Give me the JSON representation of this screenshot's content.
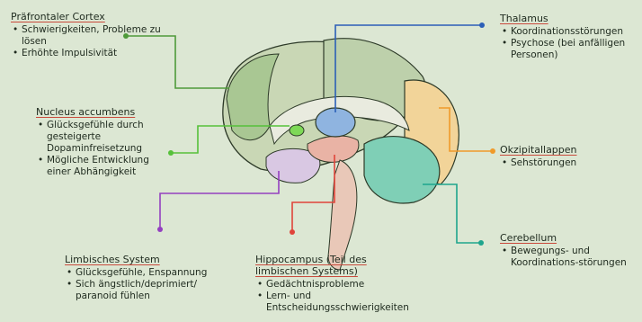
{
  "colors": {
    "background": "#dce7d3",
    "prefrontal": "#4f9a3a",
    "nucleus": "#56c13a",
    "limbic": "#9440c0",
    "hippocampus": "#e0443a",
    "thalamus": "#2b5fb7",
    "occipital": "#f09a2a",
    "cerebellum": "#1ea58d"
  },
  "labels": {
    "praefrontal": {
      "title": "Präfrontaler Cortex",
      "items": [
        "Schwierigkeiten, Probleme zu lösen",
        "Erhöhte Impulsivität"
      ]
    },
    "nucleus": {
      "title": "Nucleus accumbens",
      "items": [
        "Glücksgefühle durch gesteigerte Dopaminfreisetzung",
        "Mögliche Entwicklung einer Abhängigkeit"
      ]
    },
    "limbisch": {
      "title": "Limbisches System",
      "items": [
        "Glücksgefühle, Enspannung",
        "Sich ängstlich/deprimiert/ paranoid fühlen"
      ]
    },
    "hippocampus": {
      "title": "Hippocampus (Teil des limbischen Systems)",
      "items": [
        "Gedächtnisprobleme",
        "Lern- und Entscheidungsschwierigkeiten"
      ]
    },
    "thalamus": {
      "title": "Thalamus",
      "items": [
        "Koordinationsstörungen",
        "Psychose (bei anfälligen Personen)"
      ]
    },
    "okzipital": {
      "title": "Okzipitallappen",
      "items": [
        "Sehstörungen"
      ]
    },
    "cerebellum": {
      "title": "Cerebellum",
      "items": [
        "Bewegungs- und Koordinations-störungen"
      ]
    }
  }
}
